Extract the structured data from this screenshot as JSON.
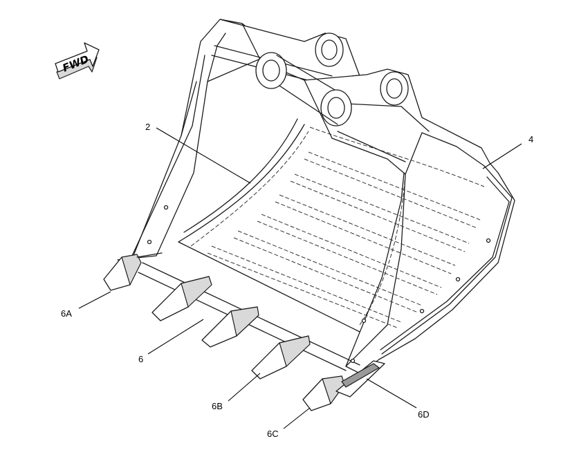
{
  "direction_arrow": {
    "label": "FWD"
  },
  "callouts": [
    {
      "id": "2",
      "label": "2"
    },
    {
      "id": "4",
      "label": "4"
    },
    {
      "id": "6A",
      "label": "6A"
    },
    {
      "id": "6",
      "label": "6"
    },
    {
      "id": "6B",
      "label": "6B"
    },
    {
      "id": "6C",
      "label": "6C"
    },
    {
      "id": "6D",
      "label": "6D"
    }
  ]
}
